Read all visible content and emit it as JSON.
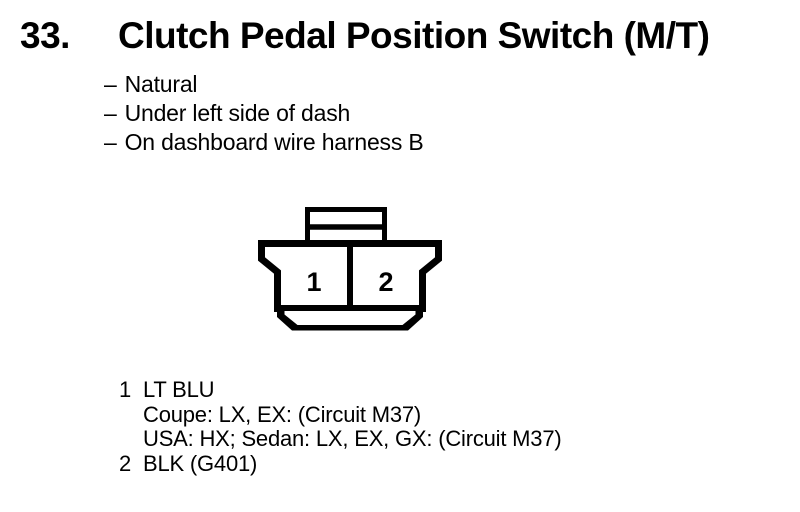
{
  "page": {
    "paper_color": "#ffffff",
    "ink_color": "#000000"
  },
  "heading": {
    "number": "33.",
    "title": "Clutch Pedal Position Switch (M/T)"
  },
  "notes": {
    "dash": "–",
    "items": [
      {
        "text": "Natural"
      },
      {
        "text": "Under left side of dash"
      },
      {
        "text": "On dashboard wire harness B"
      }
    ]
  },
  "connector": {
    "description": "2-cavity connector, face view, latch tab on top",
    "pins": [
      {
        "number": "1"
      },
      {
        "number": "2"
      }
    ]
  },
  "pin_list": [
    {
      "number": "1",
      "lines": [
        "LT BLU",
        "Coupe: LX, EX: (Circuit M37)",
        "USA: HX; Sedan: LX, EX, GX: (Circuit M37)"
      ]
    },
    {
      "number": "2",
      "lines": [
        "BLK (G401)"
      ]
    }
  ]
}
